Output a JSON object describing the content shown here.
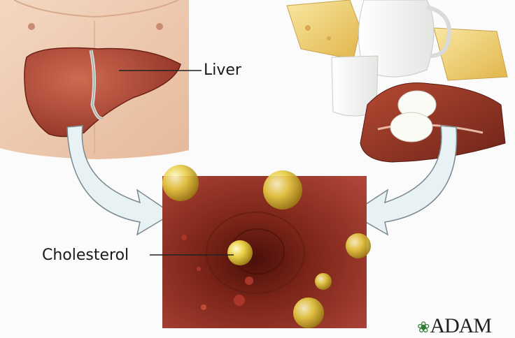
{
  "labels": {
    "liver": "Liver",
    "cholesterol": "Cholesterol"
  },
  "logo": {
    "text": "ADAM",
    "leaf_color": "#2f7d34"
  },
  "colors": {
    "liver": "#b24a38",
    "vessel": "#8e2f22",
    "arrow_fill": "#e8f1f3",
    "arrow_stroke": "#7a8a8f",
    "droplet": "#e6c53a"
  }
}
